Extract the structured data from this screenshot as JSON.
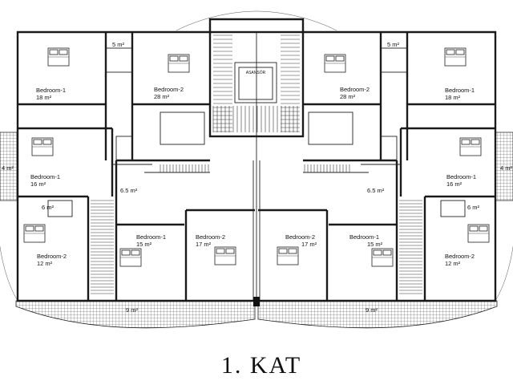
{
  "title": "1. KAT",
  "elevator_label": "ASANSÖR",
  "rooms": [
    {
      "id": "tl-bed1",
      "name": "Bedroom-1",
      "area": "18 m²"
    },
    {
      "id": "tl-bed2",
      "name": "Bedroom-2",
      "area": "28 m²"
    },
    {
      "id": "tr-bed2",
      "name": "Bedroom-2",
      "area": "28 m²"
    },
    {
      "id": "tr-bed1",
      "name": "Bedroom-1",
      "area": "18 m²"
    },
    {
      "id": "ml-bed1",
      "name": "Bedroom-1",
      "area": "16 m²"
    },
    {
      "id": "mr-bed1",
      "name": "Bedroom-1",
      "area": "16 m²"
    },
    {
      "id": "bl-bed2",
      "name": "Bedroom-2",
      "area": "12 m²"
    },
    {
      "id": "br-bed2",
      "name": "Bedroom-2",
      "area": "12 m²"
    },
    {
      "id": "bc-bed1a",
      "name": "Bedroom-1",
      "area": "15 m²"
    },
    {
      "id": "bc-bed2a",
      "name": "Bedroom-2",
      "area": "17 m²"
    },
    {
      "id": "bc-bed2b",
      "name": "Bedroom-2",
      "area": "17 m²"
    },
    {
      "id": "bc-bed1b",
      "name": "Bedroom-1",
      "area": "15 m²"
    }
  ],
  "small_areas": [
    {
      "id": "bath-tl",
      "area": "5 m²"
    },
    {
      "id": "bath-tr",
      "area": "5 m²"
    },
    {
      "id": "bath-ml",
      "area": "6.5 m²"
    },
    {
      "id": "bath-mr",
      "area": "6.5 m²"
    },
    {
      "id": "wc-l",
      "area": "6 m²"
    },
    {
      "id": "wc-r",
      "area": "6 m²"
    },
    {
      "id": "balc-l",
      "area": "4 m²"
    },
    {
      "id": "balc-r",
      "area": "4 m²"
    },
    {
      "id": "terrace-l",
      "area": "9 m²"
    },
    {
      "id": "terrace-r",
      "area": "9 m²"
    }
  ]
}
